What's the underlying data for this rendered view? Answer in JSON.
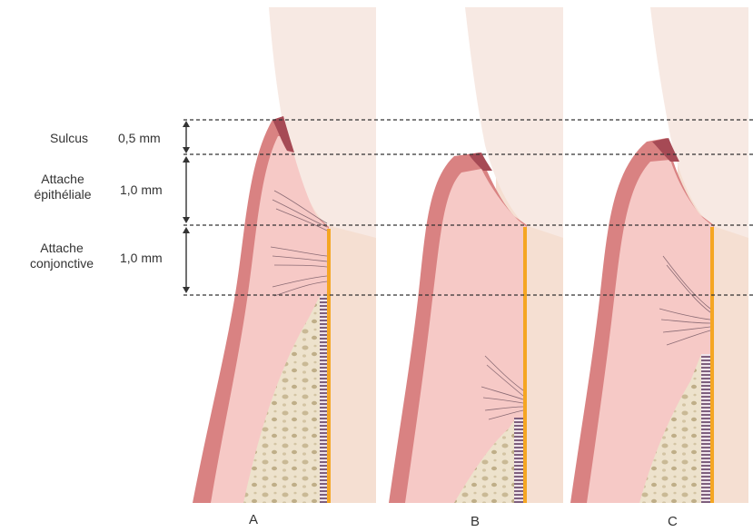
{
  "zones": [
    {
      "name": "Sulcus",
      "measure": "0,5 mm"
    },
    {
      "name": "Attache\népithéliale",
      "measure": "1,0 mm"
    },
    {
      "name": "Attache\nconjonctive",
      "measure": "1,0 mm"
    }
  ],
  "panels": [
    "A",
    "B",
    "C"
  ],
  "colors": {
    "gingiva_outer": "#d98282",
    "gingiva_inner": "#f6c9c6",
    "gingiva_dark": "#b85a60",
    "tooth_enamel": "#f5e4dc",
    "root": "#f3ddd0",
    "bone": "#e9ddc6",
    "cementum": "#f5a623",
    "ligament": "#8a6a86",
    "guide_line": "#333333"
  }
}
